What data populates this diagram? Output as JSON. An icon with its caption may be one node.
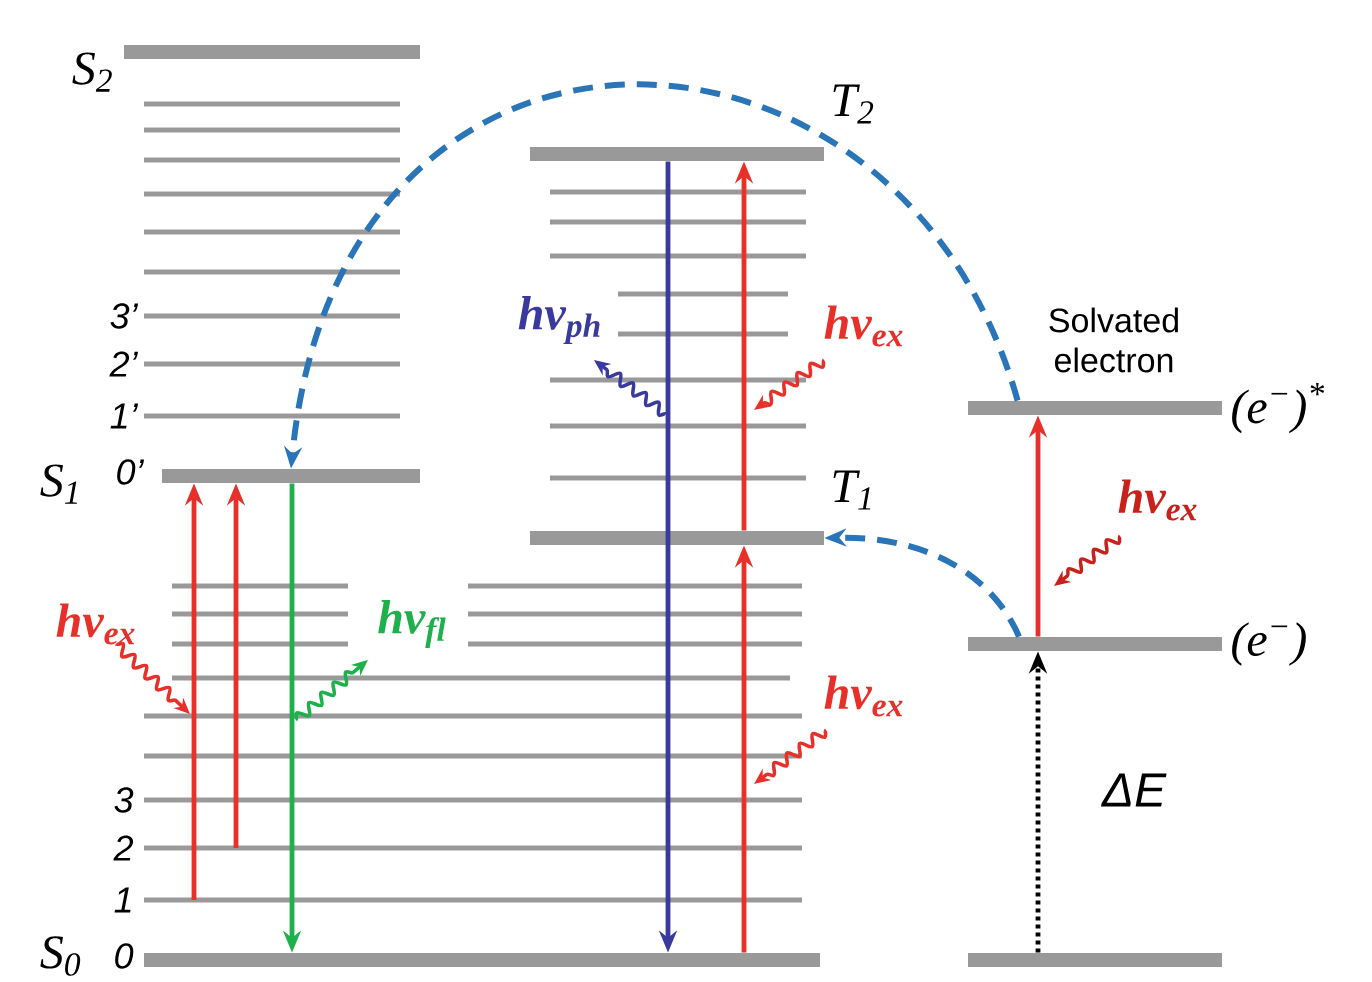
{
  "diagram": {
    "nodes": [
      {
        "text": [
          "S$_{2}$"
        ]
      },
      {
        "text": [
          "S$_{1}$"
        ]
      },
      {
        "text": [
          "S$_{0}$"
        ]
      },
      {
        "text": [
          "T$_{2}$"
        ]
      },
      {
        "text": [
          "T$_{1}$"
        ]
      },
      {
        "text": [
          "(e$^{−}$)$^{*}$"
        ],
        "beside": [
          "Solvated electron"
        ]
      },
      {
        "text": [
          "(e$^{−}$)"
        ]
      },
      {
        "text": [],
        "shape": "bar"
      }
    ],
    "edges": [
      {
        "from": null,
        "to": 1,
        "arrow": "to"
      },
      {
        "from": null,
        "to": 1,
        "arrow": "to"
      },
      {
        "from": 1,
        "to": 2,
        "arrow": "to",
        "color": "#1db04b"
      },
      {
        "from": 5,
        "to": 1,
        "arrow": "to",
        "style": "dashed",
        "color": "#2a74b8"
      },
      {
        "from": 3,
        "to": 2,
        "arrow": "to",
        "color": "#3a3a9e"
      },
      {
        "from": 2,
        "to": 4,
        "arrow": "to"
      },
      {
        "from": 4,
        "to": 3,
        "arrow": "to"
      },
      {
        "from": 6,
        "to": 4,
        "arrow": "to",
        "style": "dashed",
        "color": "#2a74b8"
      },
      {
        "from": 6,
        "to": 5,
        "arrow": "to"
      },
      {
        "from": 7,
        "to": 6,
        "arrow": "to",
        "style": "dashed",
        "color": "#000000"
      }
    ],
    "labels": [
      "3’",
      "hν$_{ph}$",
      "hν$_{ex}$",
      "2’",
      "1’",
      "0’",
      "hν$_{ex}$",
      "hν$_{ex}$",
      "hν$_{fl}$",
      "hν$_{ex}$",
      "ΔE",
      "3",
      "2",
      "1",
      "0"
    ]
  }
}
